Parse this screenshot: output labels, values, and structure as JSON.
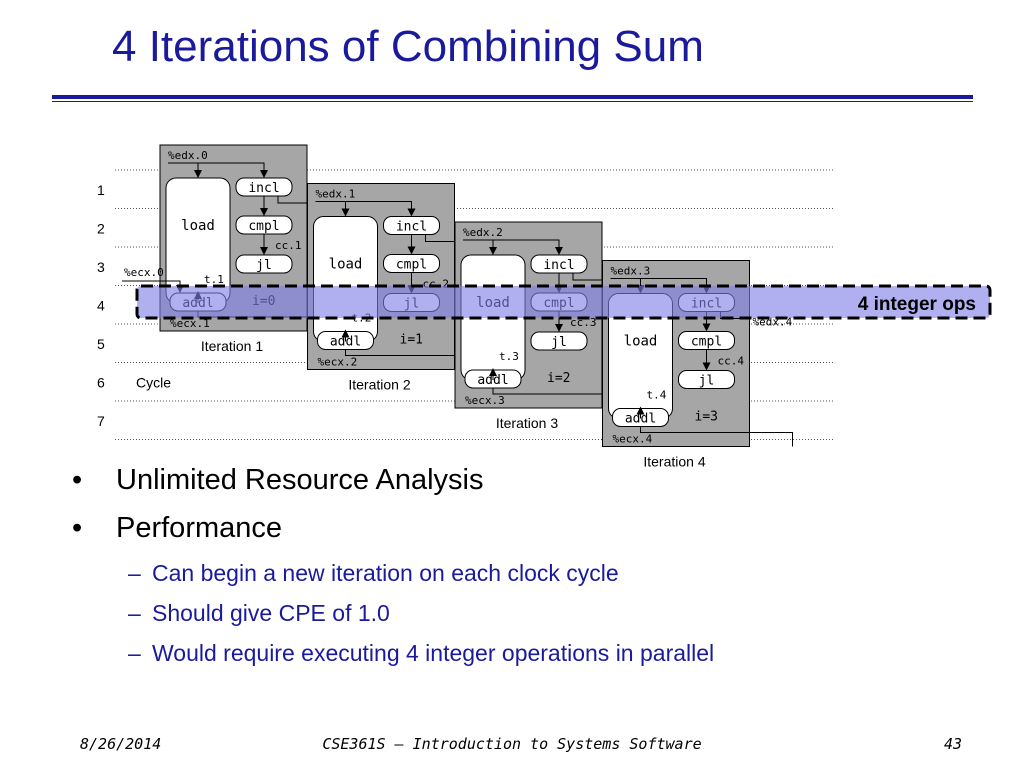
{
  "title": "4 Iterations of Combining Sum",
  "diagram": {
    "cycles": [
      "1",
      "2",
      "3",
      "4",
      "5",
      "6",
      "7"
    ],
    "cycle_label": "Cycle",
    "highlight_label": "4 integer ops",
    "ops": {
      "load": "load",
      "incl": "incl",
      "cmpl": "cmpl",
      "jl": "jl",
      "addl": "addl"
    },
    "iterations": [
      {
        "label": "Iteration 1",
        "i": "i=0",
        "edx_in": "%edx.0",
        "ecx_in": "%ecx.0",
        "ecx_out": "%ecx.1",
        "cc": "cc.1",
        "t": "t.1"
      },
      {
        "label": "Iteration 2",
        "i": "i=1",
        "edx_in": "%edx.1",
        "ecx_out": "%ecx.2",
        "cc": "cc.2",
        "t": "t.2"
      },
      {
        "label": "Iteration 3",
        "i": "i=2",
        "edx_in": "%edx.2",
        "ecx_out": "%ecx.3",
        "cc": "cc.3",
        "t": "t.3"
      },
      {
        "label": "Iteration 4",
        "i": "i=3",
        "edx_in": "%edx.3",
        "edx_out": "%edx.4",
        "ecx_out": "%ecx.4",
        "cc": "cc.4",
        "t": "t.4"
      }
    ]
  },
  "bullets": [
    {
      "text": "Unlimited Resource Analysis",
      "subs": []
    },
    {
      "text": "Performance",
      "subs": [
        "Can begin a new iteration on each clock cycle",
        "Should give CPE of 1.0",
        "Would require executing 4 integer operations in parallel"
      ]
    }
  ],
  "footer": {
    "date": "8/26/2014",
    "course": "CSE361S – Introduction to Systems Software",
    "page": "43"
  },
  "colors": {
    "title": "#1a1a9c",
    "box": "#a6a6a6",
    "highlight": "#7f7fe8"
  }
}
